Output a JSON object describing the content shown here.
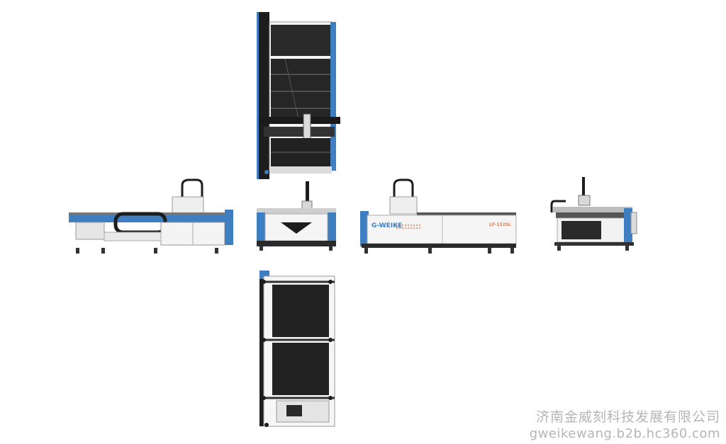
{
  "machine": {
    "brand": "G-WEIKE",
    "model": "LF-1325L"
  },
  "views": [
    {
      "name": "top-view"
    },
    {
      "name": "left-side-view"
    },
    {
      "name": "front-view"
    },
    {
      "name": "right-side-view"
    },
    {
      "name": "rear-view"
    },
    {
      "name": "bottom-view"
    }
  ],
  "watermark": {
    "company": "济南金威刻科技发展有限公司",
    "url": "gweikewang.b2b.hc360.com"
  },
  "colors": {
    "accent_blue": "#3f7fc1",
    "frame_black": "#1d1d1d",
    "panel_white": "#f2f2f2",
    "panel_grey": "#cfcfcf"
  }
}
